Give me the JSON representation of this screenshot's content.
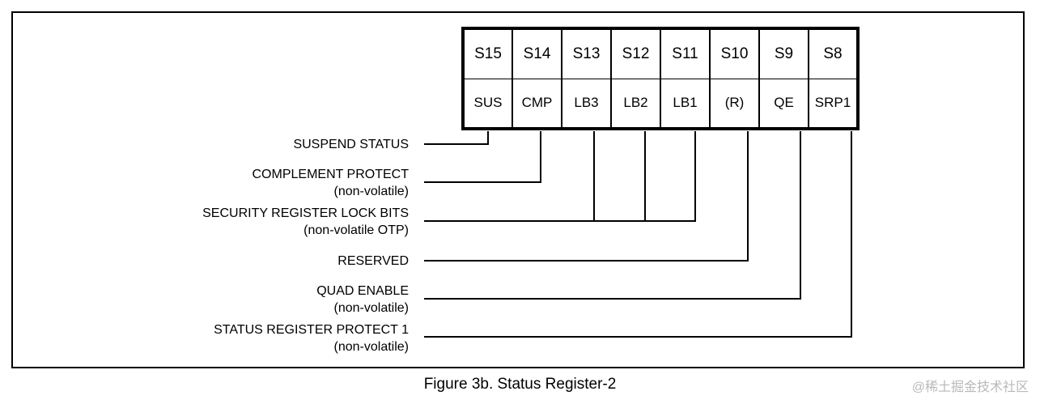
{
  "register": {
    "bits": [
      "S15",
      "S14",
      "S13",
      "S12",
      "S11",
      "S10",
      "S9",
      "S8"
    ],
    "names": [
      "SUS",
      "CMP",
      "LB3",
      "LB2",
      "LB1",
      "(R)",
      "QE",
      "SRP1"
    ]
  },
  "labels": {
    "suspend": {
      "title": "SUSPEND STATUS"
    },
    "complement": {
      "title": "COMPLEMENT PROTECT",
      "note": "(non-volatile)"
    },
    "security": {
      "title": "SECURITY REGISTER LOCK BITS",
      "note": "(non-volatile OTP)"
    },
    "reserved": {
      "title": "RESERVED"
    },
    "quad": {
      "title": "QUAD ENABLE",
      "note": "(non-volatile)"
    },
    "srp": {
      "title": "STATUS REGISTER PROTECT 1",
      "note": "(non-volatile)"
    }
  },
  "caption": "Figure 3b. Status Register-2",
  "watermark": "@稀土掘金技术社区"
}
